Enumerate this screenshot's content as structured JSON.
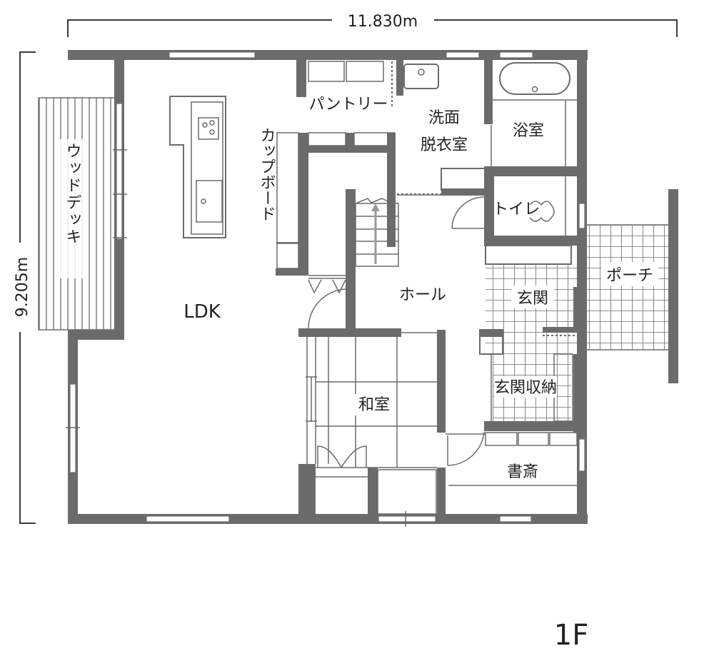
{
  "plan": {
    "floor": "1F",
    "width_dimension": "11.830m",
    "depth_dimension": "9.205m",
    "wall_color": "#6b6b6b",
    "rooms": {
      "ldk": "LDK",
      "wood_deck": "ウッドデッキ",
      "pantry": "パントリー",
      "cupboard": "カップボード",
      "washroom_line1": "洗面",
      "washroom_line2": "脱衣室",
      "bathroom": "浴室",
      "toilet": "トイレ",
      "hall": "ホール",
      "entrance": "玄関",
      "porch": "ポーチ",
      "entrance_storage": "玄関収納",
      "japanese_room": "和室",
      "study": "書斎"
    }
  }
}
